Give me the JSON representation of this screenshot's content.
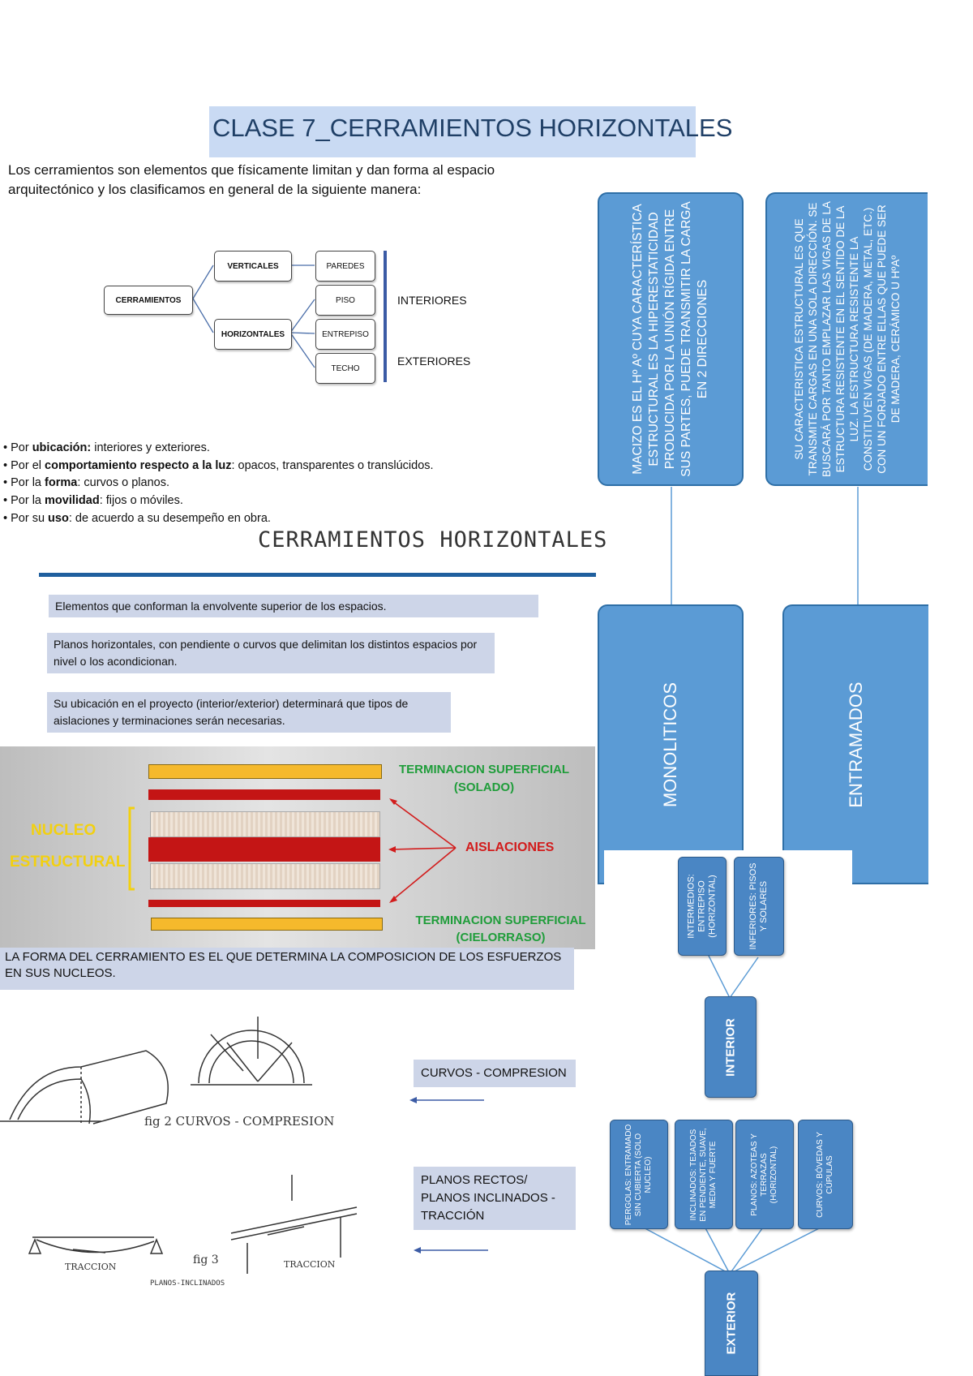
{
  "title": "CLASE  7_CERRAMIENTOS HORIZONTALES",
  "intro": "Los cerramientos son elementos que físicamente limitan y dan forma al espacio arquitectónico y los clasificamos en general de la siguiente manera:",
  "tree": {
    "root": "CERRAMIENTOS",
    "verticales": "VERTICALES",
    "horizontales": "HORIZONTALES",
    "paredes": "PAREDES",
    "piso": "PISO",
    "entrepiso": "ENTREPISO",
    "techo": "TECHO",
    "interiores": "INTERIORES",
    "exteriores": "EXTERIORES"
  },
  "bullets": [
    {
      "pre": "Por ",
      "bold": "ubicación:",
      "post": " interiores y exteriores."
    },
    {
      "pre": "Por el ",
      "bold": "comportamiento respecto a la luz",
      "post": ": opacos, transparentes o translúcidos."
    },
    {
      "pre": "Por la ",
      "bold": "forma",
      "post": ": curvos o planos."
    },
    {
      "pre": "Por la ",
      "bold": "movilidad",
      "post": ": fijos o móviles."
    },
    {
      "pre": "Por su ",
      "bold": "uso",
      "post": ": de acuerdo a su desempeño en obra."
    }
  ],
  "section_title": "CERRAMIENTOS HORIZONTALES",
  "bands": [
    "Elementos que conforman la envolvente superior de los espacios.",
    "Planos horizontales, con pendiente o curvos que delimitan los distintos espacios por nivel o los acondicionan.",
    "Su ubicación en el proyecto (interior/exterior) determinará que tipos de aislaciones y terminaciones serán necesarias."
  ],
  "layers": {
    "top_label": "TERMINACION SUPERFICIAL",
    "top_sub": "(SOLADO)",
    "core_label_1": "NUCLEO",
    "core_label_2": "ESTRUCTURAL",
    "insulation": "AISLACIONES",
    "bottom_label": "TERMINACION SUPERFICIAL",
    "bottom_sub": "(CIELORRASO)"
  },
  "forma": "LA FORMA DEL CERRAMIENTO ES EL QUE DETERMINA LA COMPOSICION DE LOS ESFUERZOS EN SUS NUCLEOS.",
  "sketches": {
    "fig2": "fig 2  CURVOS - COMPRESION",
    "fig3": "fig 3",
    "traccion_1": "TRACCION",
    "traccion_2": "TRACCION",
    "planos": "PLANOS-INCLINADOS"
  },
  "curvos_label": "CURVOS - COMPRESION",
  "planos_label": "PLANOS RECTOS/ PLANOS INCLINADOS - TRACCIÓN",
  "macizo_text": "MACIZO ES EL Hº Aº CUYA CARACTERÍSTICA ESTRUCTURAL ES LA HIPERESTATICIDAD PRODUCIDA POR LA UNIÓN RÍGIDA ENTRE SUS PARTES, PUEDE TRANSMITIR LA CARGA EN  2 DIRECCIONES",
  "entramado_text": "SU CARACTERISTICA ESTRUCTURAL  ES QUE TRANSMITE CARGAS EN UNA SOLA DIRECCIÓN. SE BUSCARÁ POR TANTO EMPLAZAR LAS VIGAS DE LA ESTRUCTURA RESISTENTE  EN EL SENTIDO DE LA LUZ. LA ESTRUCTURA RESISTENTE LA CONSTITUYEN VIGAS (DE MADERA, METAL, ETC.) CON UN FORJADO ENTRE ELLAS QUE PUEDE SER DE MADERA, CERÁMICO U HºAº",
  "monoliticos": "MONOLITICOS",
  "entramados": "ENTRAMADOS",
  "intermedios": "INTERMEDIOS: ENTREPISO (HORIZONTAL)",
  "inferiores": "INFERIORES: PISOS Y SOLARES",
  "interior": "INTERIOR",
  "pergolas": "PERGOLAS: ENTRAMADO SIN CUBIERTA (SOLO NUCLEO)",
  "inclinados": "INCLINADOS: TEJADOS EN PENDIENTE, SUAVE, MEDIA Y FUERTE",
  "planos": "PLANOS: AZOTEAS Y TERRAZAS (HORIZONTAL)",
  "curvos": "CURVOS: BÓVEDAS Y CÚPULAS",
  "exterior": "EXTERIOR",
  "colors": {
    "accent_blue": "#5b9bd5",
    "rule_blue": "#1f5f9e",
    "band": "#cdd5e8"
  }
}
